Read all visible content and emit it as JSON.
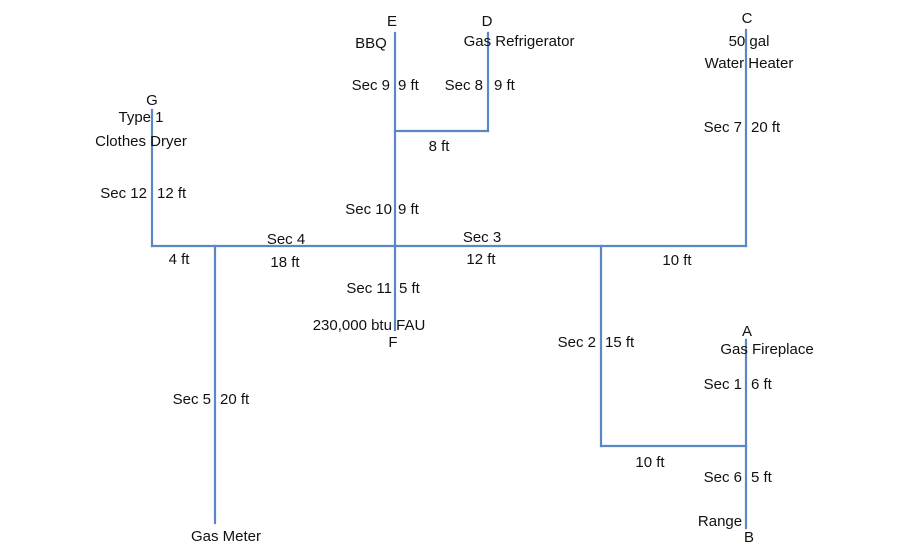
{
  "colors": {
    "pipe": "#5b87c4",
    "text": "#111111",
    "background": "#ffffff"
  },
  "nodes": {
    "E": "E",
    "D": "D",
    "C": "C",
    "G": "G",
    "F": "F",
    "A": "A",
    "B": "B"
  },
  "appliances": {
    "bbq": "BBQ",
    "gas_refrigerator": "Gas Refrigerator",
    "water_heater_line1": "50 gal",
    "water_heater_line2": "Water Heater",
    "dryer_line1": "Type 1",
    "dryer_line2": "Clothes Dryer",
    "fau": "230,000 btu FAU",
    "gas_fireplace": "Gas Fireplace",
    "range": "Range",
    "gas_meter": "Gas Meter"
  },
  "sections": {
    "sec1": {
      "name": "Sec 1",
      "length": "6 ft"
    },
    "sec2": {
      "name": "Sec 2",
      "length": "15 ft"
    },
    "sec3": {
      "name": "Sec 3",
      "length": "12 ft"
    },
    "sec4": {
      "name": "Sec 4",
      "length": "18 ft"
    },
    "sec5": {
      "name": "Sec 5",
      "length": "20 ft"
    },
    "sec6": {
      "name": "Sec 6",
      "length": "5 ft"
    },
    "sec7": {
      "name": "Sec 7",
      "length": "20 ft"
    },
    "sec8": {
      "name": "Sec 8",
      "length": "9 ft"
    },
    "sec9": {
      "name": "Sec 9",
      "length": "9 ft"
    },
    "sec10": {
      "name": "Sec 10",
      "length": "9 ft"
    },
    "sec11": {
      "name": "Sec 11",
      "length": "5 ft"
    },
    "sec12": {
      "name": "Sec 12",
      "length": "12 ft"
    }
  },
  "segment_lengths": {
    "d_branch": "8 ft",
    "g_branch": "4 ft",
    "c_branch": "10 ft",
    "a_branch": "10 ft"
  }
}
